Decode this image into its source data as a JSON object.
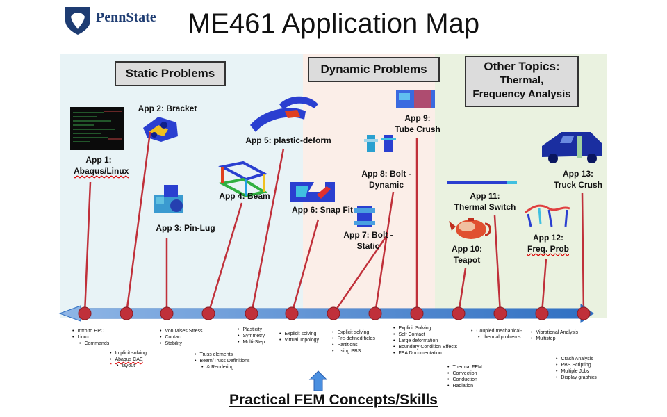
{
  "logo": {
    "text": "PennState"
  },
  "title": "ME461 Application Map",
  "sections": {
    "static": "Static Problems",
    "dynamic": "Dynamic Problems",
    "other_1": "Other Topics:",
    "other_2": "Thermal,",
    "other_3": "Frequency Analysis"
  },
  "apps": [
    {
      "line1": "App 1:",
      "line2": "Abaqus/Linux"
    },
    {
      "line1": "App 2: Bracket",
      "line2": ""
    },
    {
      "line1": "App 3: Pin-Lug",
      "line2": ""
    },
    {
      "line1": "App 4: Beam",
      "line2": ""
    },
    {
      "line1": "App 5: plastic-deform",
      "line2": ""
    },
    {
      "line1": "App 6: Snap Fit",
      "line2": ""
    },
    {
      "line1": "App 7: Bolt -",
      "line2": "Static"
    },
    {
      "line1": "App 8: Bolt -",
      "line2": "Dynamic"
    },
    {
      "line1": "App 9:",
      "line2": "Tube Crush"
    },
    {
      "line1": "App 10:",
      "line2": "Teapot"
    },
    {
      "line1": "App 11:",
      "line2": "Thermal Switch"
    },
    {
      "line1": "App 12:",
      "line2": "Freq. Prob"
    },
    {
      "line1": "App 13:",
      "line2": "Truck Crush"
    }
  ],
  "skills": [
    [
      "Intro to HPC",
      "Linux",
      "Commands"
    ],
    [
      "Implicit solving",
      "Abaqus CAE",
      "layout"
    ],
    [
      "Von Mises Stress",
      "Contact",
      "Stability"
    ],
    [
      "Truss elements",
      "Beam/Truss Definitions",
      "& Rendering"
    ],
    [
      "Plasticity",
      "Symmetry",
      "Multi-Step"
    ],
    [
      "Explicit solving",
      "Virtual Topology"
    ],
    [
      "Explicit solving",
      "Pre-defined fields",
      "Partitions",
      "Using PBS"
    ],
    [
      "Explicit Solving",
      "Self Contact",
      "Large deformation",
      "Boundary Condition Effects",
      "FEA Documentation"
    ],
    [
      "Thermal FEM",
      "Convection",
      "Conduction",
      "Radiation"
    ],
    [
      "Coupled mechanical-",
      "thermal problems"
    ],
    [
      "Vibrational Analysis",
      "Multistep"
    ],
    [
      "Crash Analysis",
      "PBS Scripting",
      "Multiple Jobs",
      "Display graphics"
    ]
  ],
  "bottom_title": "Practical FEM Concepts/Skills",
  "colors": {
    "connector": "#c0303a",
    "node": "#c0303a",
    "arrow_start": "#8fb6e6",
    "arrow_end": "#2f6fc2",
    "up_arrow": "#4a8fe0"
  }
}
